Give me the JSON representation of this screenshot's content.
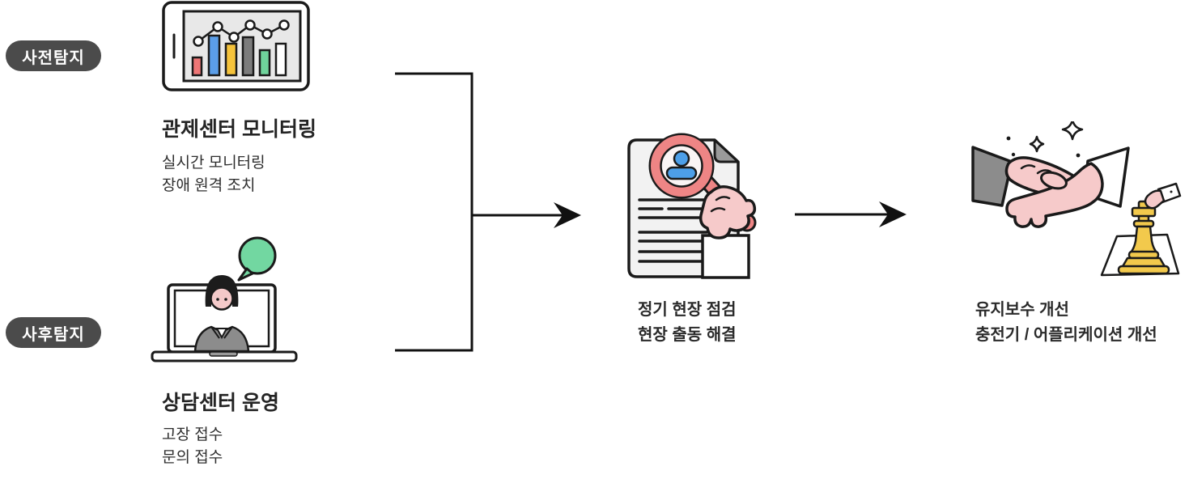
{
  "diagram": {
    "badges": {
      "pre_label": "사전탐지",
      "post_label": "사후탐지"
    },
    "nodes": {
      "monitoring": {
        "title": "관제센터 모니터링",
        "line1": "실시간 모니터링",
        "line2": "장애 원격 조치",
        "icon": "tablet-bar-chart-icon"
      },
      "callcenter": {
        "title": "상담센터 운영",
        "line1": "고장 접수",
        "line2": "문의 접수",
        "icon": "laptop-agent-icon"
      },
      "inspection": {
        "line1": "정기 현장 점검",
        "line2": "현장 출동 해결",
        "icon": "document-magnifier-icon"
      },
      "improvement": {
        "line1": "유지보수 개선",
        "line2": "충전기 / 어플리케이션 개선",
        "icon": "handshake-chess-icon"
      }
    },
    "colors": {
      "badge_bg": "#4b4b4b",
      "outline": "#1a1a1a",
      "accent_red": "#ee7f7d",
      "accent_blue": "#5b9ee8",
      "accent_yellow": "#f5c33b",
      "accent_green": "#6fd39b",
      "bubble_green": "#72d7a1",
      "skin_pink": "#f6caca",
      "suit_gray": "#8c8c8c",
      "screen_gray": "#e8e8e8",
      "doc_gray": "#f2f2f2",
      "chess_yellow": "#f2c94c"
    }
  }
}
